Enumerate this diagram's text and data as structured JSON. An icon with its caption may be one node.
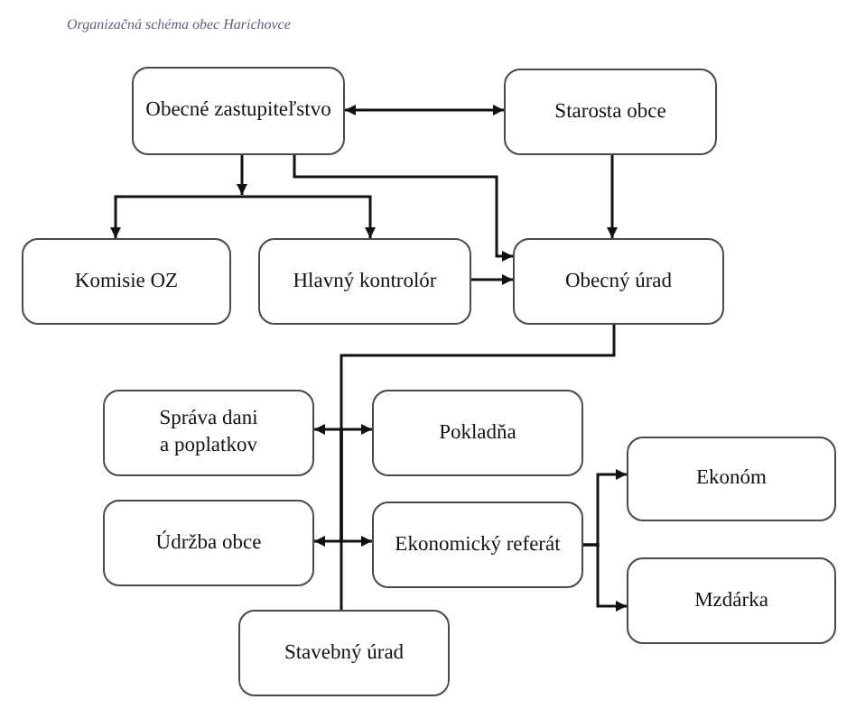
{
  "diagram": {
    "title": "Organizačná schéma obec Harichovce",
    "nodes": [
      {
        "text": [
          "Obecné zastupiteľstvo"
        ]
      },
      {
        "text": [
          "Starosta obce"
        ]
      },
      {
        "text": [
          "Komisie OZ"
        ]
      },
      {
        "text": [
          "Hlavný kontrolór"
        ]
      },
      {
        "text": [
          "Obecný úrad"
        ]
      },
      {
        "text": [
          "Správa dani a poplatkov"
        ]
      },
      {
        "text": [
          "Pokladňa"
        ]
      },
      {
        "text": [
          "Údržba obce"
        ]
      },
      {
        "text": [
          "Ekonomický referát"
        ]
      },
      {
        "text": [
          "Ekonóm"
        ]
      },
      {
        "text": [
          "Mzdárka"
        ]
      },
      {
        "text": [
          "Stavebný úrad"
        ]
      }
    ],
    "edges": [
      {
        "from": 0,
        "to": 1,
        "arrow": "both"
      },
      {
        "from": 0,
        "to": 2,
        "arrow": "to"
      },
      {
        "from": 0,
        "to": 3,
        "arrow": "to"
      },
      {
        "from": 0,
        "to": 4,
        "arrow": "to"
      },
      {
        "from": 1,
        "to": 4,
        "arrow": "to"
      },
      {
        "from": 3,
        "to": 4,
        "arrow": "to"
      },
      {
        "from": 4,
        "to": 5,
        "arrow": "to"
      },
      {
        "from": 4,
        "to": 6,
        "arrow": "to"
      },
      {
        "from": 4,
        "to": 7,
        "arrow": "to"
      },
      {
        "from": 4,
        "to": 8,
        "arrow": "to"
      },
      {
        "from": 4,
        "to": 11,
        "arrow": "none"
      },
      {
        "from": 8,
        "to": 9,
        "arrow": "to"
      },
      {
        "from": 8,
        "to": 10,
        "arrow": "to"
      }
    ]
  }
}
